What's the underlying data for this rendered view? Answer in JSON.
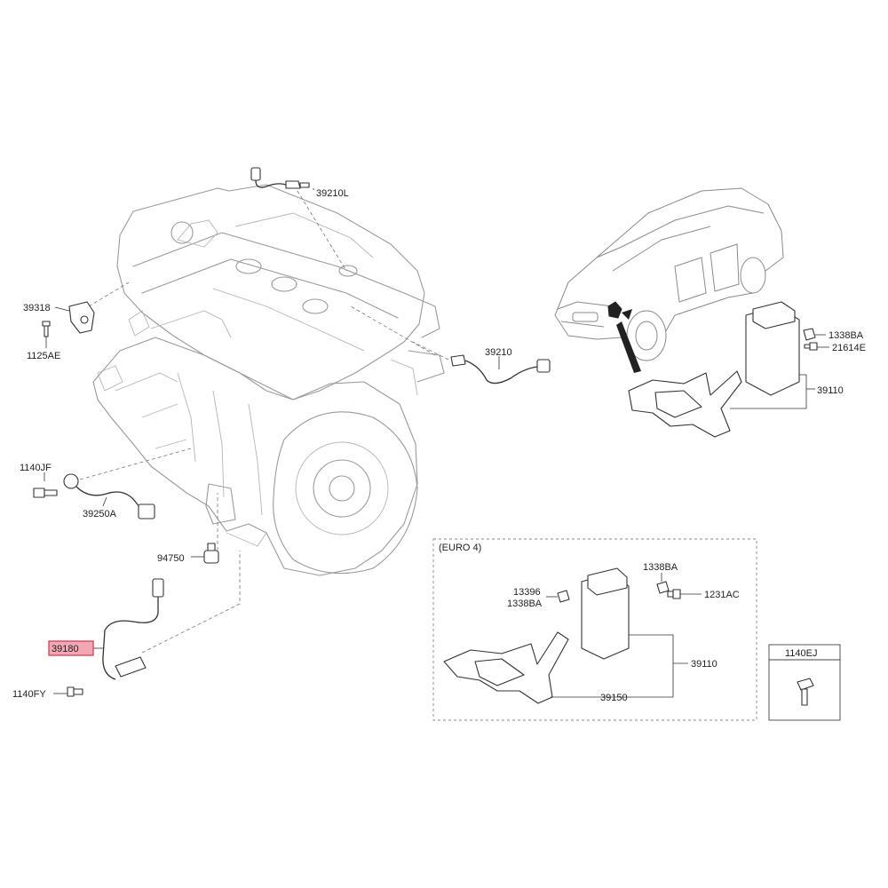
{
  "labels": {
    "p39210L": "39210L",
    "p39318": "39318",
    "p1125AE": "1125AE",
    "p39210": "39210",
    "p1140JF": "1140JF",
    "p39250A": "39250A",
    "p94750": "94750",
    "p39180": "39180",
    "p1140FY": "1140FY",
    "p1338BA_top": "1338BA",
    "p21614E": "21614E",
    "p39110_top": "39110",
    "euro_title": "(EURO 4)",
    "p13396": "13396",
    "p1338BA_a": "1338BA",
    "p1338BA_b": "1338BA",
    "p1231AC": "1231AC",
    "p39110_euro": "39110",
    "p39150": "39150",
    "p1140EJ": "1140EJ"
  },
  "colors": {
    "highlight_fill": "#f2a7b4",
    "highlight_border": "#d0344f"
  },
  "icons": [
    "engine-drawing",
    "car-drawing",
    "ecu-module-icon",
    "bolt-icon",
    "nut-icon",
    "sensor-icon",
    "oxygen-sensor-icon",
    "bracket-icon"
  ]
}
